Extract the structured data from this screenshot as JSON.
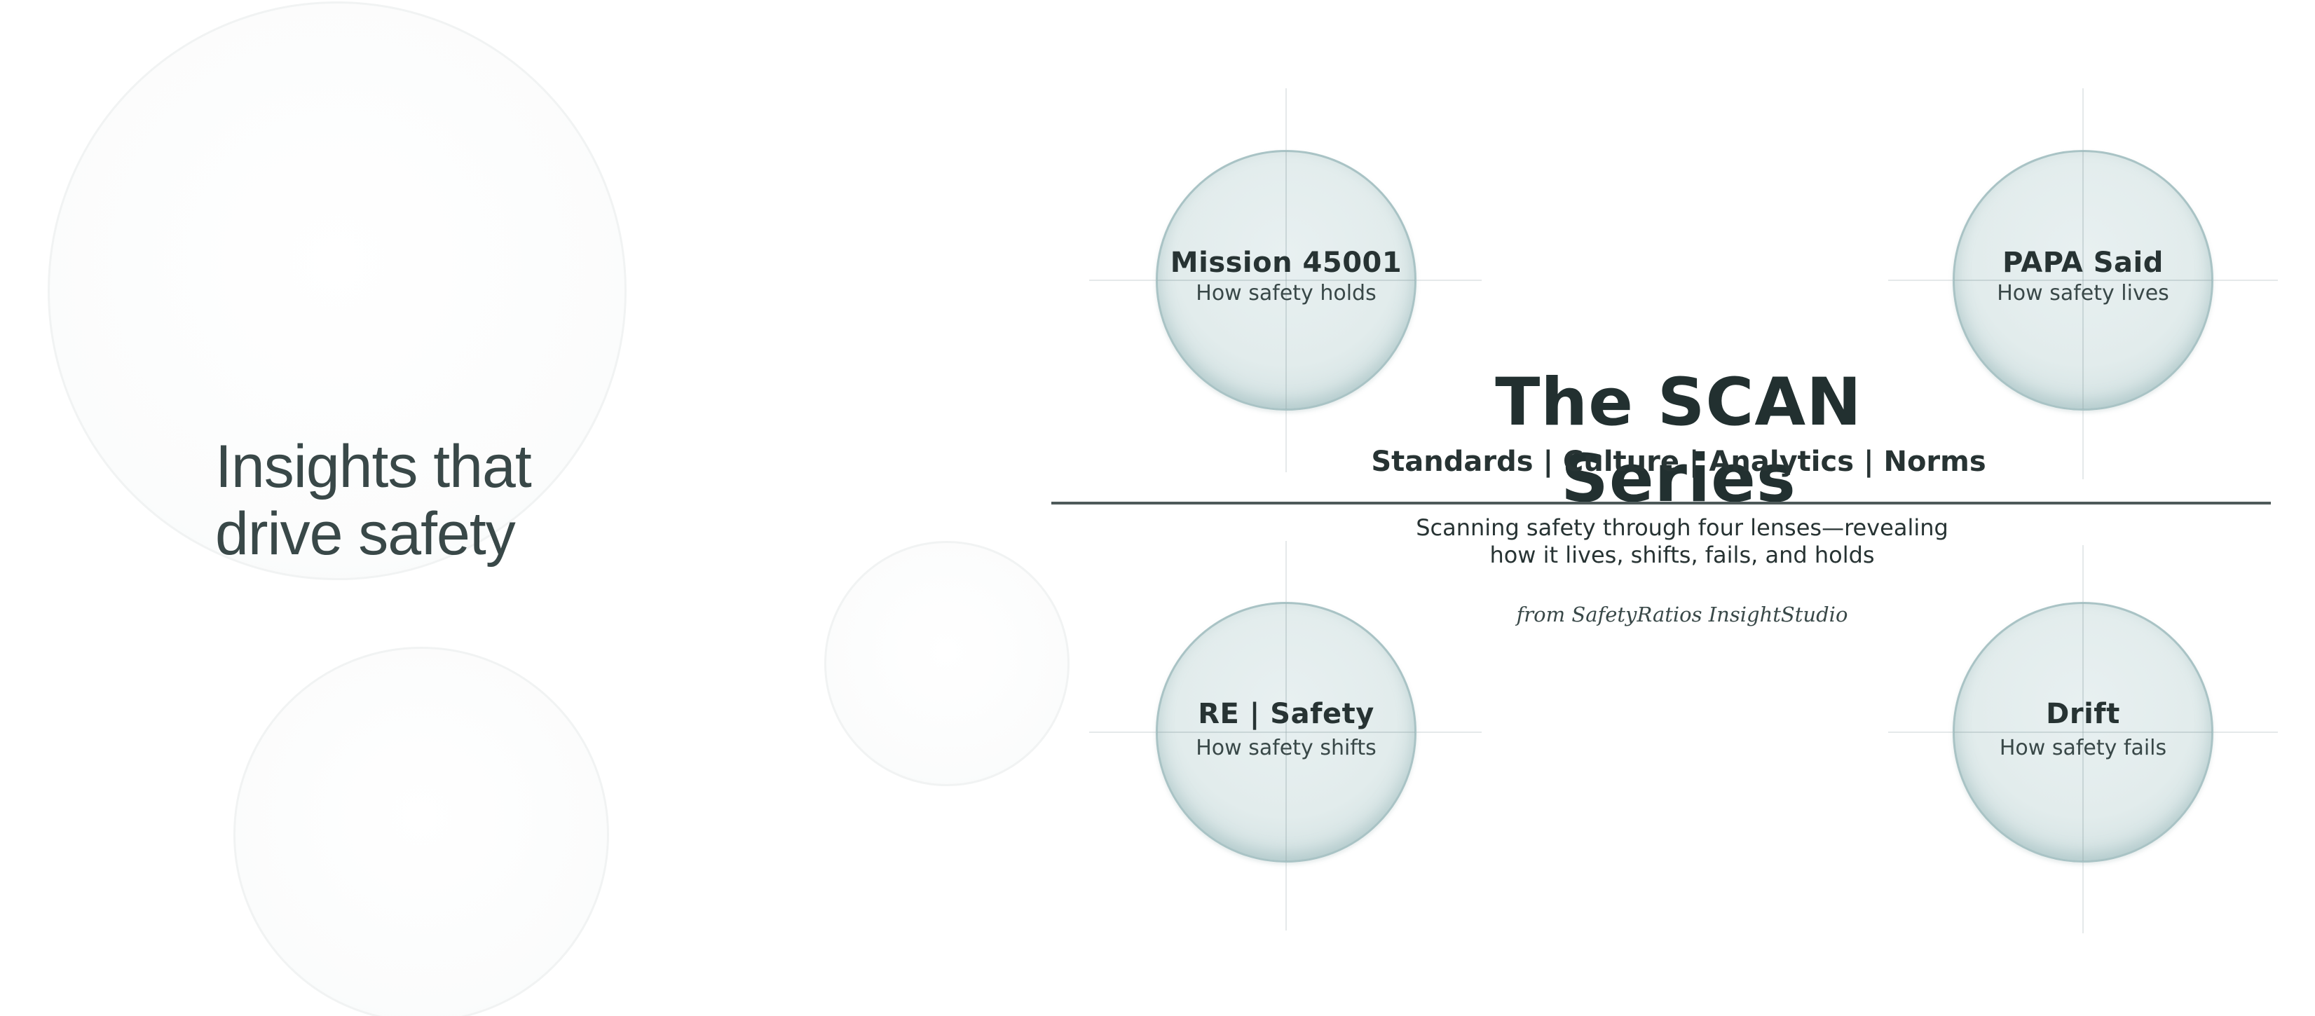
{
  "tagline": {
    "line1": "Insights that",
    "line2": "drive safety"
  },
  "series": {
    "title": "The SCAN Series",
    "subtitle": "Standards | Culture | Analytics | Norms",
    "description_line1": "Scanning safety through four lenses—revealing",
    "description_line2": "how it lives, shifts, fails, and holds",
    "credit": "from SafetyRatios InsightStudio"
  },
  "lenses": [
    {
      "title": "Mission 45001",
      "subtitle": "How safety holds"
    },
    {
      "title": "PAPA Said",
      "subtitle": "How safety lives"
    },
    {
      "title": "RE | Safety",
      "subtitle": "How safety shifts"
    },
    {
      "title": "Drift",
      "subtitle": "How safety fails"
    }
  ],
  "colors": {
    "text_dark": "#223030",
    "text_muted": "#394848",
    "lens_fill": "#e2ecec",
    "lens_border": "#a9c3c5",
    "divider": "#4e5a5a",
    "background": "#ffffff"
  }
}
